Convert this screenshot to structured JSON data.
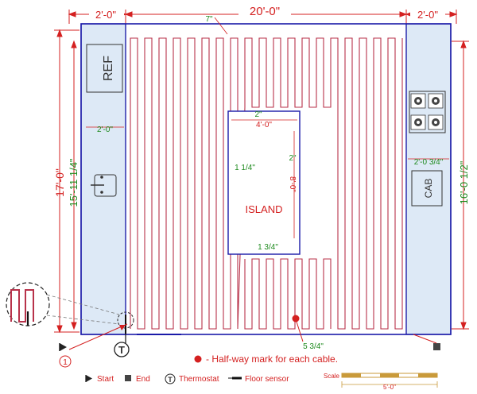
{
  "dimensions": {
    "left_counter_width": "2'-0\"",
    "room_width": "20'-0\"",
    "right_counter_width": "2'-0\"",
    "room_depth": "17'-0\"",
    "heated_depth_left": "15'-11 1/4\"",
    "heated_depth_right": "16'-0 1/2\"",
    "edge_offset_top": "7\"",
    "island_clearance_top": "2\"",
    "island_width": "4'-0\"",
    "island_length": "8'-0\"",
    "island_clearance_right": "2\"",
    "island_clearance_left": "1 1/4\"",
    "island_clearance_bottom": "1 3/4\"",
    "left_counter_depth": "2'-0\"",
    "right_counter_depth": "2'-0 3/4\"",
    "end_offset": "5 3/4\""
  },
  "fixtures": {
    "refrigerator": "REF",
    "cabinet": "CAB",
    "island": "ISLAND"
  },
  "markers": {
    "start_number": "1",
    "thermostat_symbol": "T"
  },
  "note": "- Half-way mark for each cable.",
  "legend": {
    "start": "Start",
    "end": "End",
    "thermostat_symbol": "T",
    "thermostat": "Thermostat",
    "floor_sensor": "Floor sensor"
  },
  "scale": {
    "label": "Scale",
    "length": "5'-0\""
  },
  "colors": {
    "wall": "#1a1aa8",
    "cable": "#b8324a",
    "dimension": "#d42020",
    "measurement": "#1e8a1e",
    "counter_fill": "#dde9f6",
    "scale_bar": "#c99a3a"
  },
  "cable": {
    "runs_left_of_island": 16,
    "runs_over_island": 13,
    "runs_right_of_island": 10
  }
}
